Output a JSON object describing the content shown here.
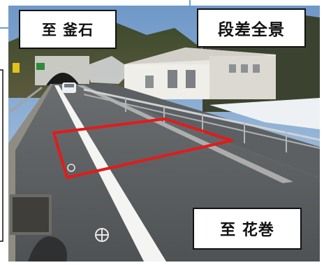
{
  "labels": {
    "toward_kamaishi": "至 釜石",
    "overview": "段差全景",
    "toward_hanamaki": "至 花巻"
  },
  "colors": {
    "highlight_outline": "#e31b1b",
    "callout_line": "#6b9fd0",
    "label_border": "#111111"
  }
}
